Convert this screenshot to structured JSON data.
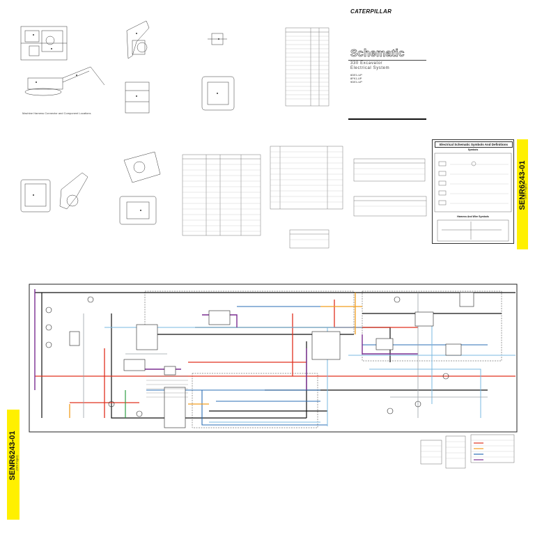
{
  "header": {
    "brand": "CATERPILLAR",
    "title": "Schematic",
    "subtitle_line1": "330 Excavator",
    "subtitle_line2": "Electrical System",
    "doc_codes": [
      "6DE1-UP",
      "8FK1-UP",
      "9DE1-UP"
    ]
  },
  "sheet": {
    "locations_caption": "Machine Harness Connector and Component Locations"
  },
  "tabs": {
    "top_right": {
      "code": "SENR6243-01",
      "pages": "(Dim Pages)"
    },
    "bottom_left": {
      "code": "SENR6243-01",
      "pages": "(Dim Pages)"
    }
  },
  "legend": {
    "title": "Electrical Schematic Symbols And Definitions",
    "symbols_label": "Symbols",
    "harness_label": "Harness And Wire Symbols"
  },
  "colors": {
    "red": "#e0301e",
    "blue": "#2a6db5",
    "lightblue": "#7ab8e0",
    "purple": "#7a2d91",
    "orange": "#f29d1e",
    "black": "#111111",
    "gray": "#9aa0a6",
    "tab_yellow": "#fff000",
    "green": "#2e9e44"
  }
}
